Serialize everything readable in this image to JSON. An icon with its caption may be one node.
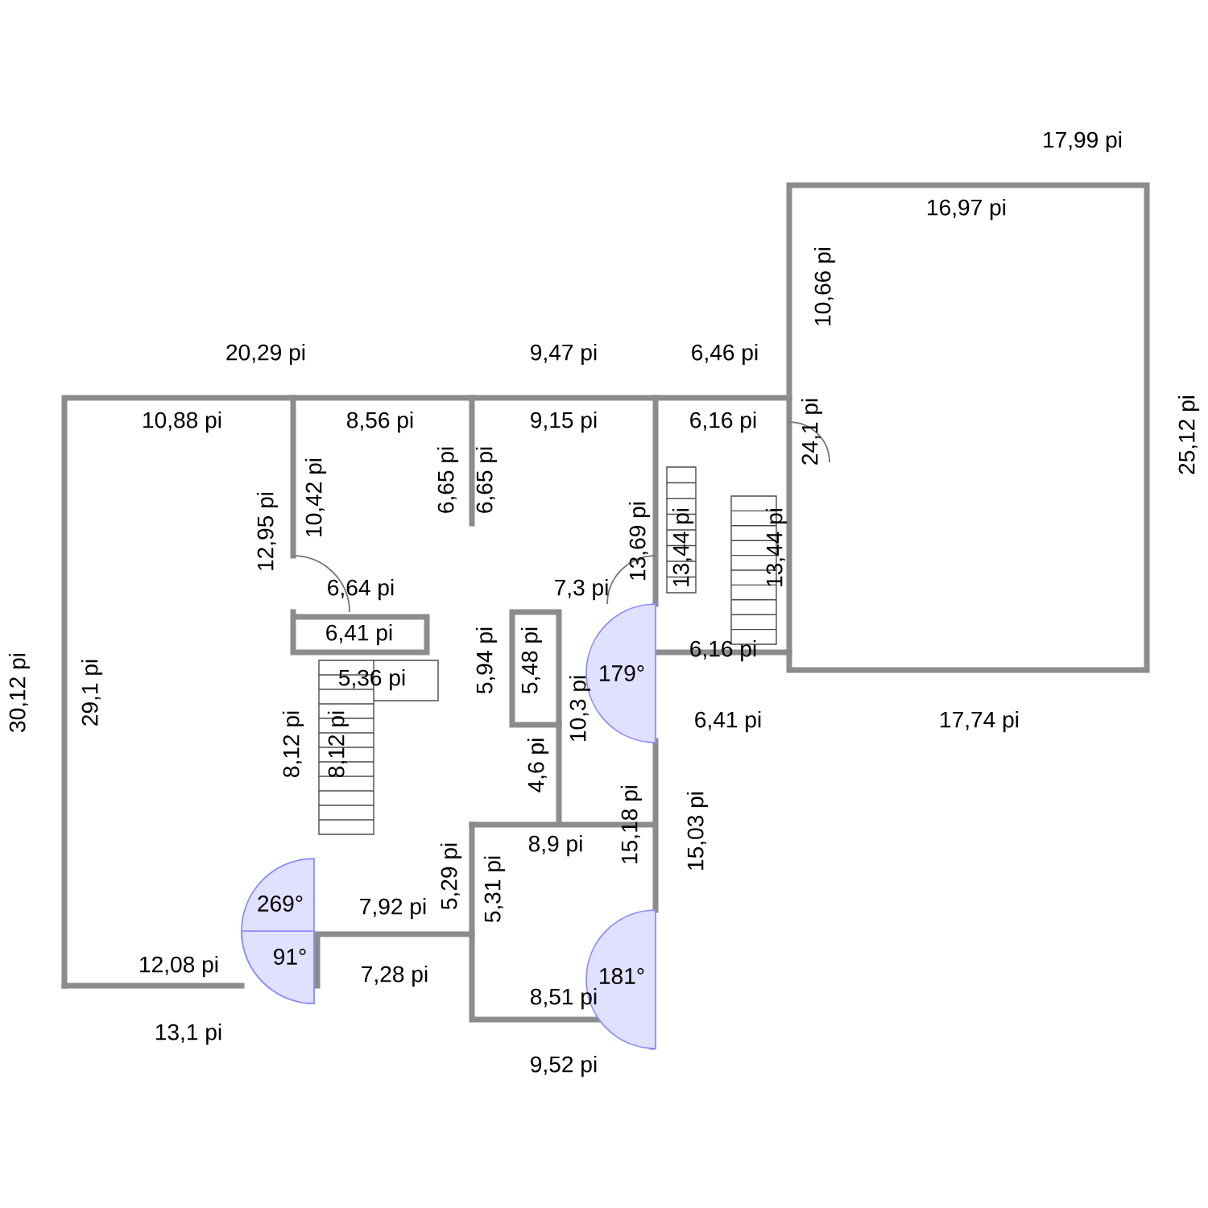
{
  "diagram": {
    "labels": [
      "17,99 pi",
      "16,97 pi",
      "10,66 pi",
      "20,29 pi",
      "9,47 pi",
      "6,46 pi",
      "24,1 pi",
      "25,12 pi",
      "10,88 pi",
      "8,56 pi",
      "9,15 pi",
      "6,16 pi",
      "10,42 pi",
      "6,65 pi",
      "6,65 pi",
      "12,95 pi",
      "13,69 pi",
      "13,44 pi",
      "13,44 pi",
      "6,64 pi",
      "7,3 pi",
      "6,41 pi",
      "30,12 pi",
      "29,1 pi",
      "6,16 pi",
      "5,36 pi",
      "5,94 pi",
      "5,48 pi",
      "179°",
      "6,41 pi",
      "17,74 pi",
      "10,3 pi",
      "8,12 pi",
      "8,12 pi",
      "4,6 pi",
      "15,18 pi",
      "15,03 pi",
      "8,9 pi",
      "5,29 pi",
      "5,31 pi",
      "269°",
      "7,92 pi",
      "12,08 pi",
      "91°",
      "7,28 pi",
      "181°",
      "8,51 pi",
      "13,1 pi",
      "9,52 pi"
    ]
  }
}
